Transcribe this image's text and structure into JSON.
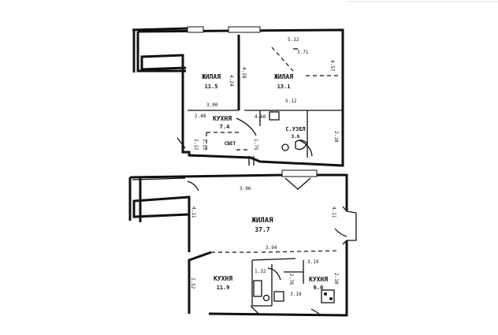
{
  "upper_plan": {
    "rooms": [
      {
        "name": "ЖИЛАЯ",
        "area": "11.5"
      },
      {
        "name": "ЖИЛАЯ",
        "area": "13.1"
      },
      {
        "name": "КУХНЯ",
        "area": "7.4"
      },
      {
        "name": "С.УЗЕЛ",
        "area": "3.6"
      }
    ],
    "dimensions": [
      "4.24",
      "4.28",
      "5.12",
      "3.71",
      "4.57",
      "3.00",
      "2.48",
      "4.60",
      "5.12",
      "2.12",
      "1.53",
      "2.10",
      "1.75"
    ],
    "labels": [
      "СВЕТ"
    ]
  },
  "lower_plan": {
    "rooms": [
      {
        "name": "ЖИЛАЯ",
        "area": "37.7"
      },
      {
        "name": "КУХНЯ",
        "area": "11.9"
      },
      {
        "name": "КУХНЯ",
        "area": "6.6"
      }
    ],
    "dimensions": [
      "3.96",
      "4.11",
      "4.11",
      "3.94",
      "3.19",
      "2.52",
      "1.32",
      "2.76",
      "3.19",
      "2.10"
    ]
  }
}
